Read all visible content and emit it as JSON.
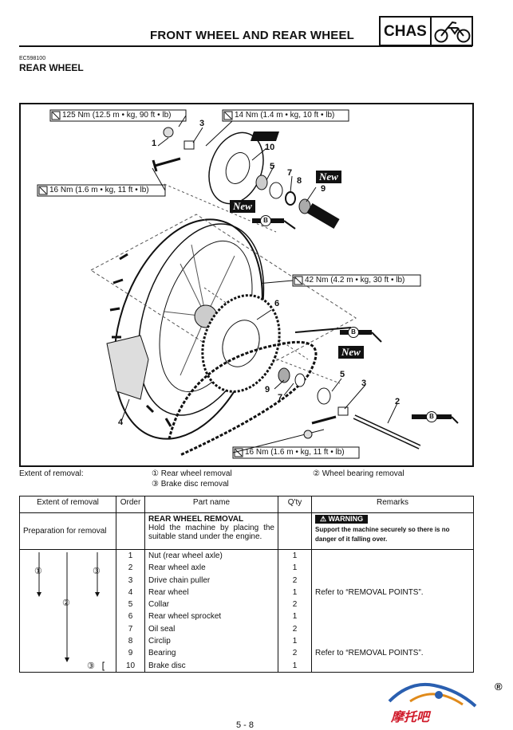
{
  "header": {
    "title": "FRONT WHEEL AND REAR WHEEL",
    "tag": "CHAS",
    "bike_icon": "motorcycle-icon"
  },
  "section": {
    "code": "EC598100",
    "title": "REAR WHEEL"
  },
  "torques": {
    "t1": "125 Nm (12.5 m • kg, 90 ft • lb)",
    "t2": "14 Nm (1.4 m • kg, 10 ft • lb)",
    "t3": "16 Nm (1.6 m • kg, 11 ft • lb)",
    "t4": "42 Nm (4.2 m • kg, 30 ft • lb)",
    "t5": "16 Nm (1.6 m • kg, 11 ft • lb)"
  },
  "new_tag": "New",
  "grease_tag": "B",
  "part_labels": [
    "1",
    "2",
    "3",
    "4",
    "5",
    "6",
    "7",
    "8",
    "9",
    "10"
  ],
  "extent": {
    "label": "Extent of removal:",
    "m1": "① Rear wheel removal",
    "m2": "② Wheel bearing removal",
    "m3": "③ Brake disc removal",
    "sym1": "①",
    "sym2": "②",
    "sym3": "③"
  },
  "table": {
    "headers": {
      "extent": "Extent of removal",
      "order": "Order",
      "part": "Part name",
      "qty": "Q'ty",
      "remarks": "Remarks"
    },
    "prep": {
      "label": "Preparation for removal",
      "title": "REAR WHEEL REMOVAL",
      "text": "Hold the machine by placing the suitable stand under the engine.",
      "warning_title": "WARNING",
      "warning_text": "Support the machine securely so there is no danger of it falling over."
    },
    "rows": [
      {
        "order": "1",
        "part": "Nut (rear wheel axle)",
        "qty": "1",
        "remark": ""
      },
      {
        "order": "2",
        "part": "Rear wheel axle",
        "qty": "1",
        "remark": ""
      },
      {
        "order": "3",
        "part": "Drive chain puller",
        "qty": "2",
        "remark": ""
      },
      {
        "order": "4",
        "part": "Rear wheel",
        "qty": "1",
        "remark": "Refer to “REMOVAL POINTS”."
      },
      {
        "order": "5",
        "part": "Collar",
        "qty": "2",
        "remark": ""
      },
      {
        "order": "6",
        "part": "Rear wheel sprocket",
        "qty": "1",
        "remark": ""
      },
      {
        "order": "7",
        "part": "Oil seal",
        "qty": "2",
        "remark": ""
      },
      {
        "order": "8",
        "part": "Circlip",
        "qty": "1",
        "remark": ""
      },
      {
        "order": "9",
        "part": "Bearing",
        "qty": "2",
        "remark": "Refer to “REMOVAL POINTS”."
      },
      {
        "order": "10",
        "part": "Brake disc",
        "qty": "1",
        "remark": ""
      }
    ]
  },
  "watermark": "摩托吧",
  "registered": "®",
  "page_number": "5 - 8"
}
